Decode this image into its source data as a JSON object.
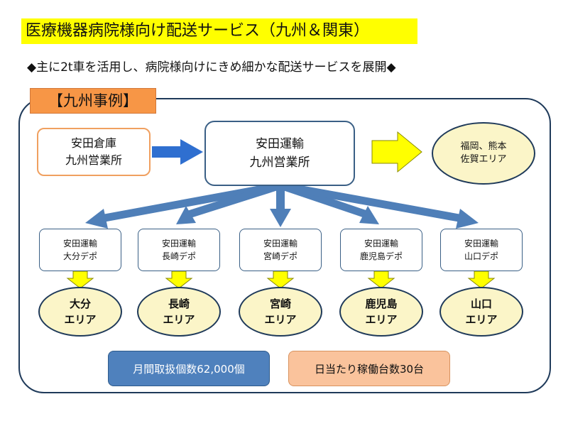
{
  "header": {
    "title": "医療機器病院様向け配送サービス（九州＆関東）",
    "subtitle": "◆主に2t車を活用し、病院様向けにきめ細かな配送サービスを展開◆"
  },
  "diagram": {
    "case_label": "【九州事例】",
    "warehouse": {
      "line1": "安田倉庫",
      "line2": "九州営業所"
    },
    "hub": {
      "line1": "安田運輸",
      "line2": "九州営業所"
    },
    "destination": {
      "line1": "福岡、熊本",
      "line2": "佐賀エリア"
    },
    "depots": [
      {
        "line1": "安田運輸",
        "line2": "大分デポ"
      },
      {
        "line1": "安田運輸",
        "line2": "長崎デポ"
      },
      {
        "line1": "安田運輸",
        "line2": "宮崎デポ"
      },
      {
        "line1": "安田運輸",
        "line2": "鹿児島デポ"
      },
      {
        "line1": "安田運輸",
        "line2": "山口デポ"
      }
    ],
    "areas": [
      {
        "line1": "大分",
        "line2": "エリア"
      },
      {
        "line1": "長崎",
        "line2": "エリア"
      },
      {
        "line1": "宮崎",
        "line2": "エリア"
      },
      {
        "line1": "鹿児島",
        "line2": "エリア"
      },
      {
        "line1": "山口",
        "line2": "エリア"
      }
    ],
    "stats": {
      "monthly_volume": "月間取扱個数62,000個",
      "daily_trucks": "日当たり稼働台数30台"
    }
  },
  "colors": {
    "title_bg": "#ffff00",
    "tag_bg": "#f79646",
    "blue_arrow": "#4f7fb8",
    "yellow_arrow": "#ffff00",
    "oval_fill": "#fbf5c8",
    "stat1_bg": "#4f81bd",
    "stat2_bg": "#fac39c"
  }
}
